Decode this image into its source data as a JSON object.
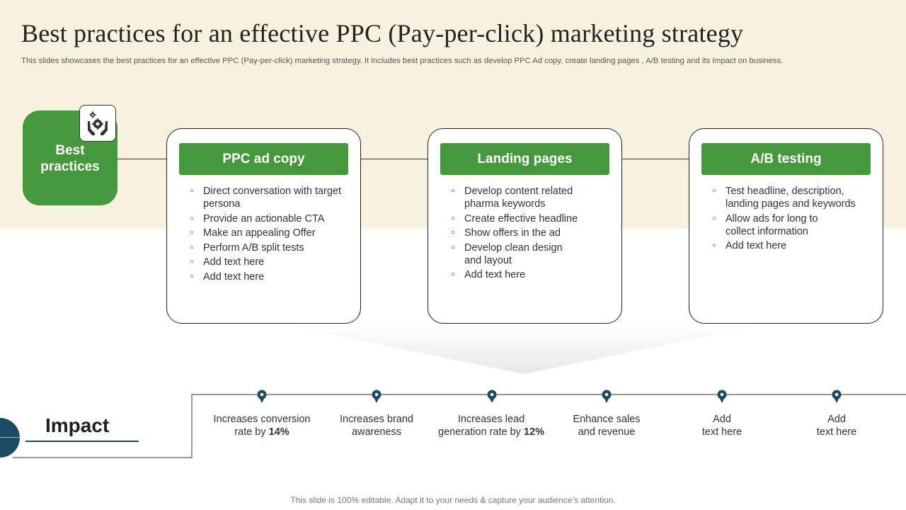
{
  "title": "Best practices  for an effective  PPC (Pay-per-click)  marketing  strategy",
  "subtitle": "This slides showcases the best practices for an effective PPC (Pay-per-click) marketing strategy. It includes best practices such as develop PPC Ad copy, create landing pages , A/B testing and its impact on business.",
  "best_practices": {
    "label_line1": "Best",
    "label_line2": "practices",
    "icon": "hands-holding-gear-icon"
  },
  "cards": [
    {
      "heading": "PPC ad copy",
      "items": [
        "Direct conversation with target persona",
        "Provide an actionable CTA",
        "Make an appealing Offer",
        "Perform A/B split tests",
        "Add text here",
        "Add text here"
      ]
    },
    {
      "heading": "Landing pages",
      "items": [
        "Develop content related pharma keywords",
        "Create effective headline",
        "Show offers in the ad",
        "Develop clean design and layout",
        "Add text here"
      ]
    },
    {
      "heading": "A/B testing",
      "items": [
        "Test headline, description, landing pages and keywords",
        "Allow ads for long to collect information",
        "Add text here"
      ]
    }
  ],
  "impact": {
    "label": "Impact",
    "items": [
      {
        "line1": "Increases conversion",
        "line2_prefix": "rate by ",
        "line2_bold": "14%"
      },
      {
        "line1": "Increases brand",
        "line2_prefix": "awareness",
        "line2_bold": ""
      },
      {
        "line1": "Increases lead",
        "line2_prefix": "generation rate by ",
        "line2_bold": "12%"
      },
      {
        "line1": "Enhance sales",
        "line2_prefix": "and revenue",
        "line2_bold": ""
      },
      {
        "line1": "Add",
        "line2_prefix": "text here",
        "line2_bold": ""
      },
      {
        "line1": "Add",
        "line2_prefix": "text here",
        "line2_bold": ""
      }
    ]
  },
  "footer": "This slide is 100% editable. Adapt it to your needs & capture your audience’s attention.",
  "colors": {
    "accent_green": "#45993c",
    "band_cream": "#f7f2e0",
    "marker_navy": "#1c4a63"
  }
}
